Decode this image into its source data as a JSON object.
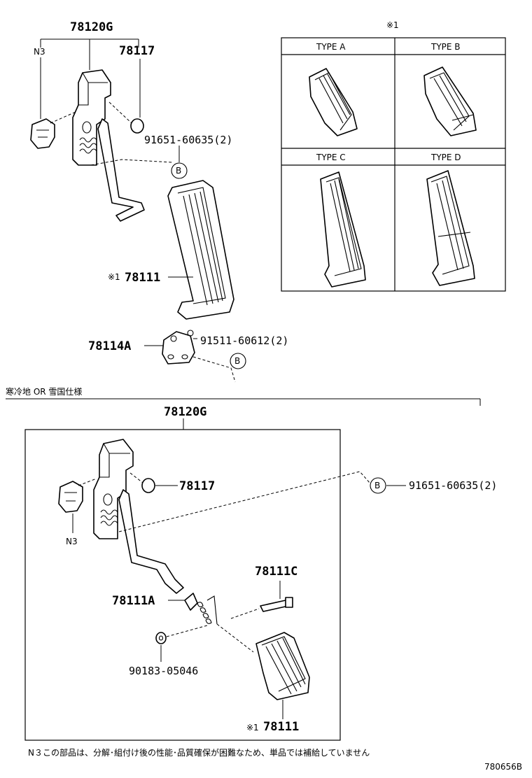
{
  "upper": {
    "assembly_part": "78120G",
    "n3_label": "N3",
    "bolt_part": "78117",
    "clip_part": "91651-60635(2)",
    "ref_b": "B",
    "pad_marker": "※1",
    "pad_part": "78111",
    "bracket_part": "78114A",
    "screw_part": "91511-60612(2)",
    "ref_b2": "B"
  },
  "types_table": {
    "marker": "※1",
    "types": [
      "TYPE A",
      "TYPE B",
      "TYPE C",
      "TYPE D"
    ]
  },
  "lower": {
    "section_title": "寒冷地 OR 雪国仕様",
    "assembly_part": "78120G",
    "bolt_part": "78117",
    "ref_b": "B",
    "clip_part": "91651-60635(2)",
    "n3_label": "N3",
    "pin_part": "78111C",
    "spring_part": "78111A",
    "washer_part": "90183-05046",
    "pad_marker": "※1",
    "pad_part": "78111"
  },
  "footnote": "N３この部品は、分解･組付け後の性能･品質確保が困難なため、単品では補給していません",
  "diagram_id": "780656B"
}
